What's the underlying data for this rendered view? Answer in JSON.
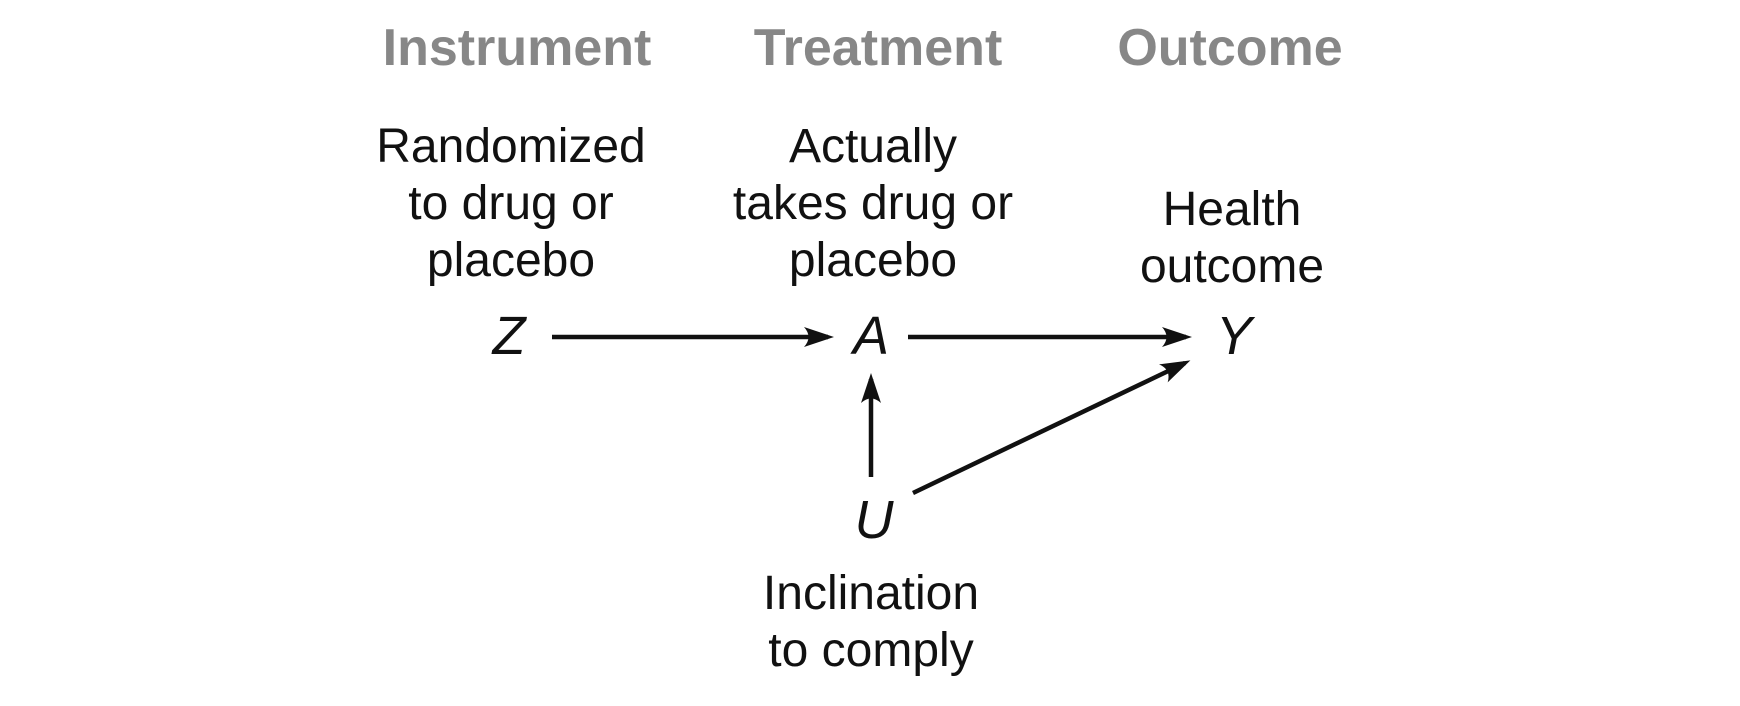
{
  "diagram": {
    "type": "causal-dag",
    "colors": {
      "header_gray": "#878787",
      "text_black": "#111111",
      "arrow_black": "#111111",
      "background": "#ffffff"
    },
    "columns": [
      {
        "header": "Instrument",
        "description": [
          "Randomized",
          "to drug or",
          "placebo"
        ],
        "node": "Z"
      },
      {
        "header": "Treatment",
        "description": [
          "Actually",
          "takes drug or",
          "placebo"
        ],
        "node": "A"
      },
      {
        "header": "Outcome",
        "description": [
          "Health",
          "outcome"
        ],
        "node": "Y"
      }
    ],
    "confounder": {
      "node": "U",
      "description": [
        "Inclination",
        "to comply"
      ]
    },
    "edges": [
      {
        "from": "Z",
        "to": "A"
      },
      {
        "from": "A",
        "to": "Y"
      },
      {
        "from": "U",
        "to": "A"
      },
      {
        "from": "U",
        "to": "Y"
      }
    ]
  }
}
